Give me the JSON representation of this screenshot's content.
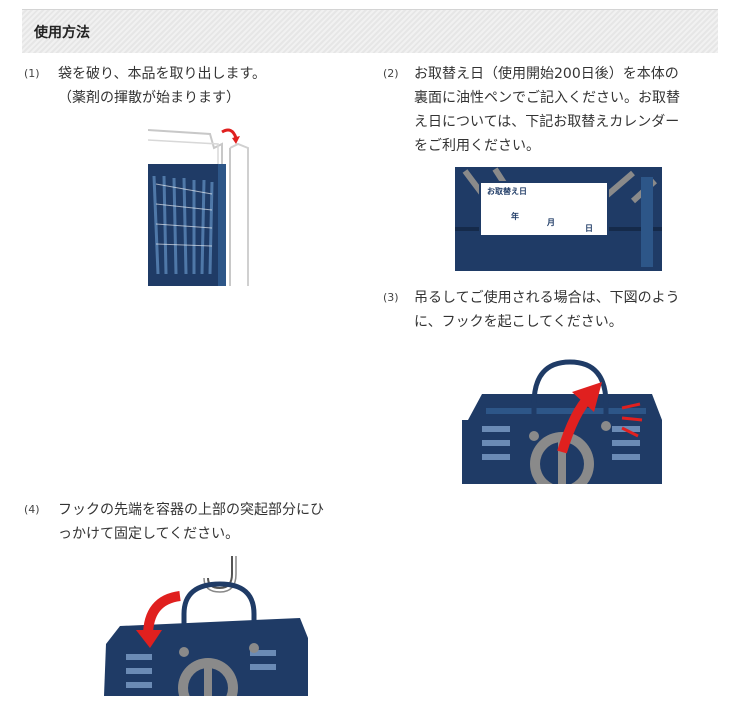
{
  "section": {
    "title": "使用方法"
  },
  "steps": [
    {
      "num": "(1)",
      "lines": [
        "袋を破り、本品を取り出します。",
        "（薬剤の揮散が始まります）"
      ],
      "illustration": "open-bag-illustration"
    },
    {
      "num": "(2)",
      "lines": [
        "お取替え日（使用開始200日後）を本体の",
        "裏面に油性ペンでご記入ください。お取替",
        "え日については、下記お取替えカレンダー",
        "をご利用ください。"
      ],
      "illustration": "date-label-illustration"
    },
    {
      "num": "(3)",
      "lines": [
        "吊るしてご使用される場合は、下図のよう",
        "に、フックを起こしてください。"
      ],
      "illustration": "raise-hook-illustration"
    },
    {
      "num": "(4)",
      "lines": [
        "フックの先端を容器の上部の突起部分にひ",
        "っかけて固定してください。"
      ],
      "illustration": "fix-hook-illustration"
    }
  ],
  "label_card": {
    "title": "お取替え日",
    "year": "年",
    "month": "月",
    "day": "日"
  },
  "colors": {
    "navy": "#1f3b66",
    "navy_dark": "#152a4a",
    "gray": "#8a8a8a",
    "red": "#e0201f"
  }
}
